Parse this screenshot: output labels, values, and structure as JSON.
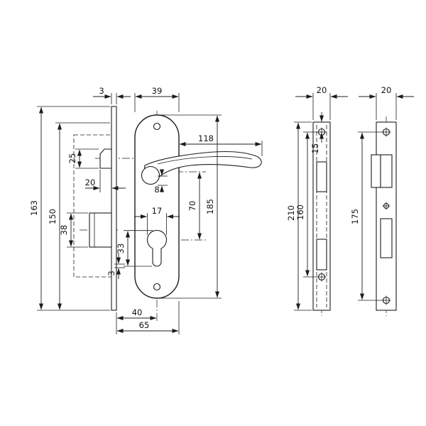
{
  "drawing": {
    "left_view": {
      "plate_thickness": "3",
      "backplate_width": "39",
      "handle_length": "118",
      "handle_thickness": "8",
      "latch_height": "25",
      "latch_depth": "20",
      "overall_height": "163",
      "mount_height": "150",
      "deadbolt_height": "38",
      "cylinder_width": "17",
      "cylinder_height": "33",
      "keyway_gap": "3",
      "handle_to_cylinder": "70",
      "backplate_height": "185",
      "backset": "40",
      "overall_depth": "65"
    },
    "faceplate_view": {
      "width": "20",
      "height": "210",
      "hole_spacing": "160",
      "hole_top_offset": "15"
    },
    "strike_view": {
      "width": "20",
      "height": "175"
    }
  }
}
